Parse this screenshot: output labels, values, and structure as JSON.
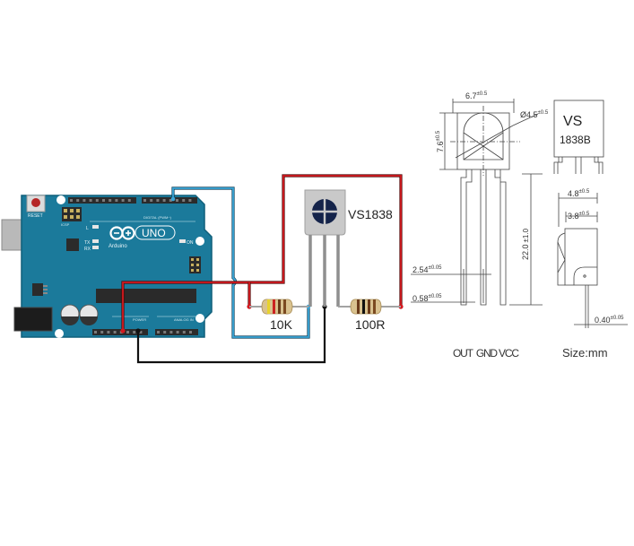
{
  "board": {
    "name": "Arduino UNO",
    "logo_text": "UNO",
    "brand_text": "Arduino",
    "reset_label": "RESET",
    "on_label": "ON",
    "led_labels": [
      "L",
      "TX",
      "RX"
    ],
    "icsp_label": "ICSP",
    "digital_label": "DIGITAL (PWM~)",
    "power_label": "POWER",
    "analog_label": "ANALOG IN",
    "board_color": "#1b7a9b",
    "reset_button_color": "#b52727"
  },
  "circuit": {
    "sensor_label": "VS1838",
    "resistor_1_label": "10K",
    "resistor_2_label": "100R",
    "wire_colors": {
      "vcc": "#c0151b",
      "signal": "#2e9bd0",
      "gnd": "#111111"
    }
  },
  "dimensions": {
    "width_label": "6.7",
    "width_tol": "±0.5",
    "height_label": "7.6",
    "height_tol": "±0.5",
    "lens_label": "Ø4.5",
    "lens_tol": "±0.5",
    "lead_length_label": "22.0",
    "lead_length_tol": "±1.0",
    "pitch_label": "2.54",
    "pitch_tol": "±0.05",
    "lead_width_label": "0.58",
    "lead_width_tol": "±0.05",
    "depth_outer_label": "4.8",
    "depth_outer_tol": "±0.5",
    "depth_inner_label": "3.8",
    "depth_inner_tol": "±0.5",
    "lead_thickness_label": "0.40",
    "lead_thickness_tol": "±0.05",
    "package_text_1": "VS",
    "package_text_2": "1838B",
    "pin_labels": "OUT  GND VCC",
    "units_label": "Size:mm"
  }
}
